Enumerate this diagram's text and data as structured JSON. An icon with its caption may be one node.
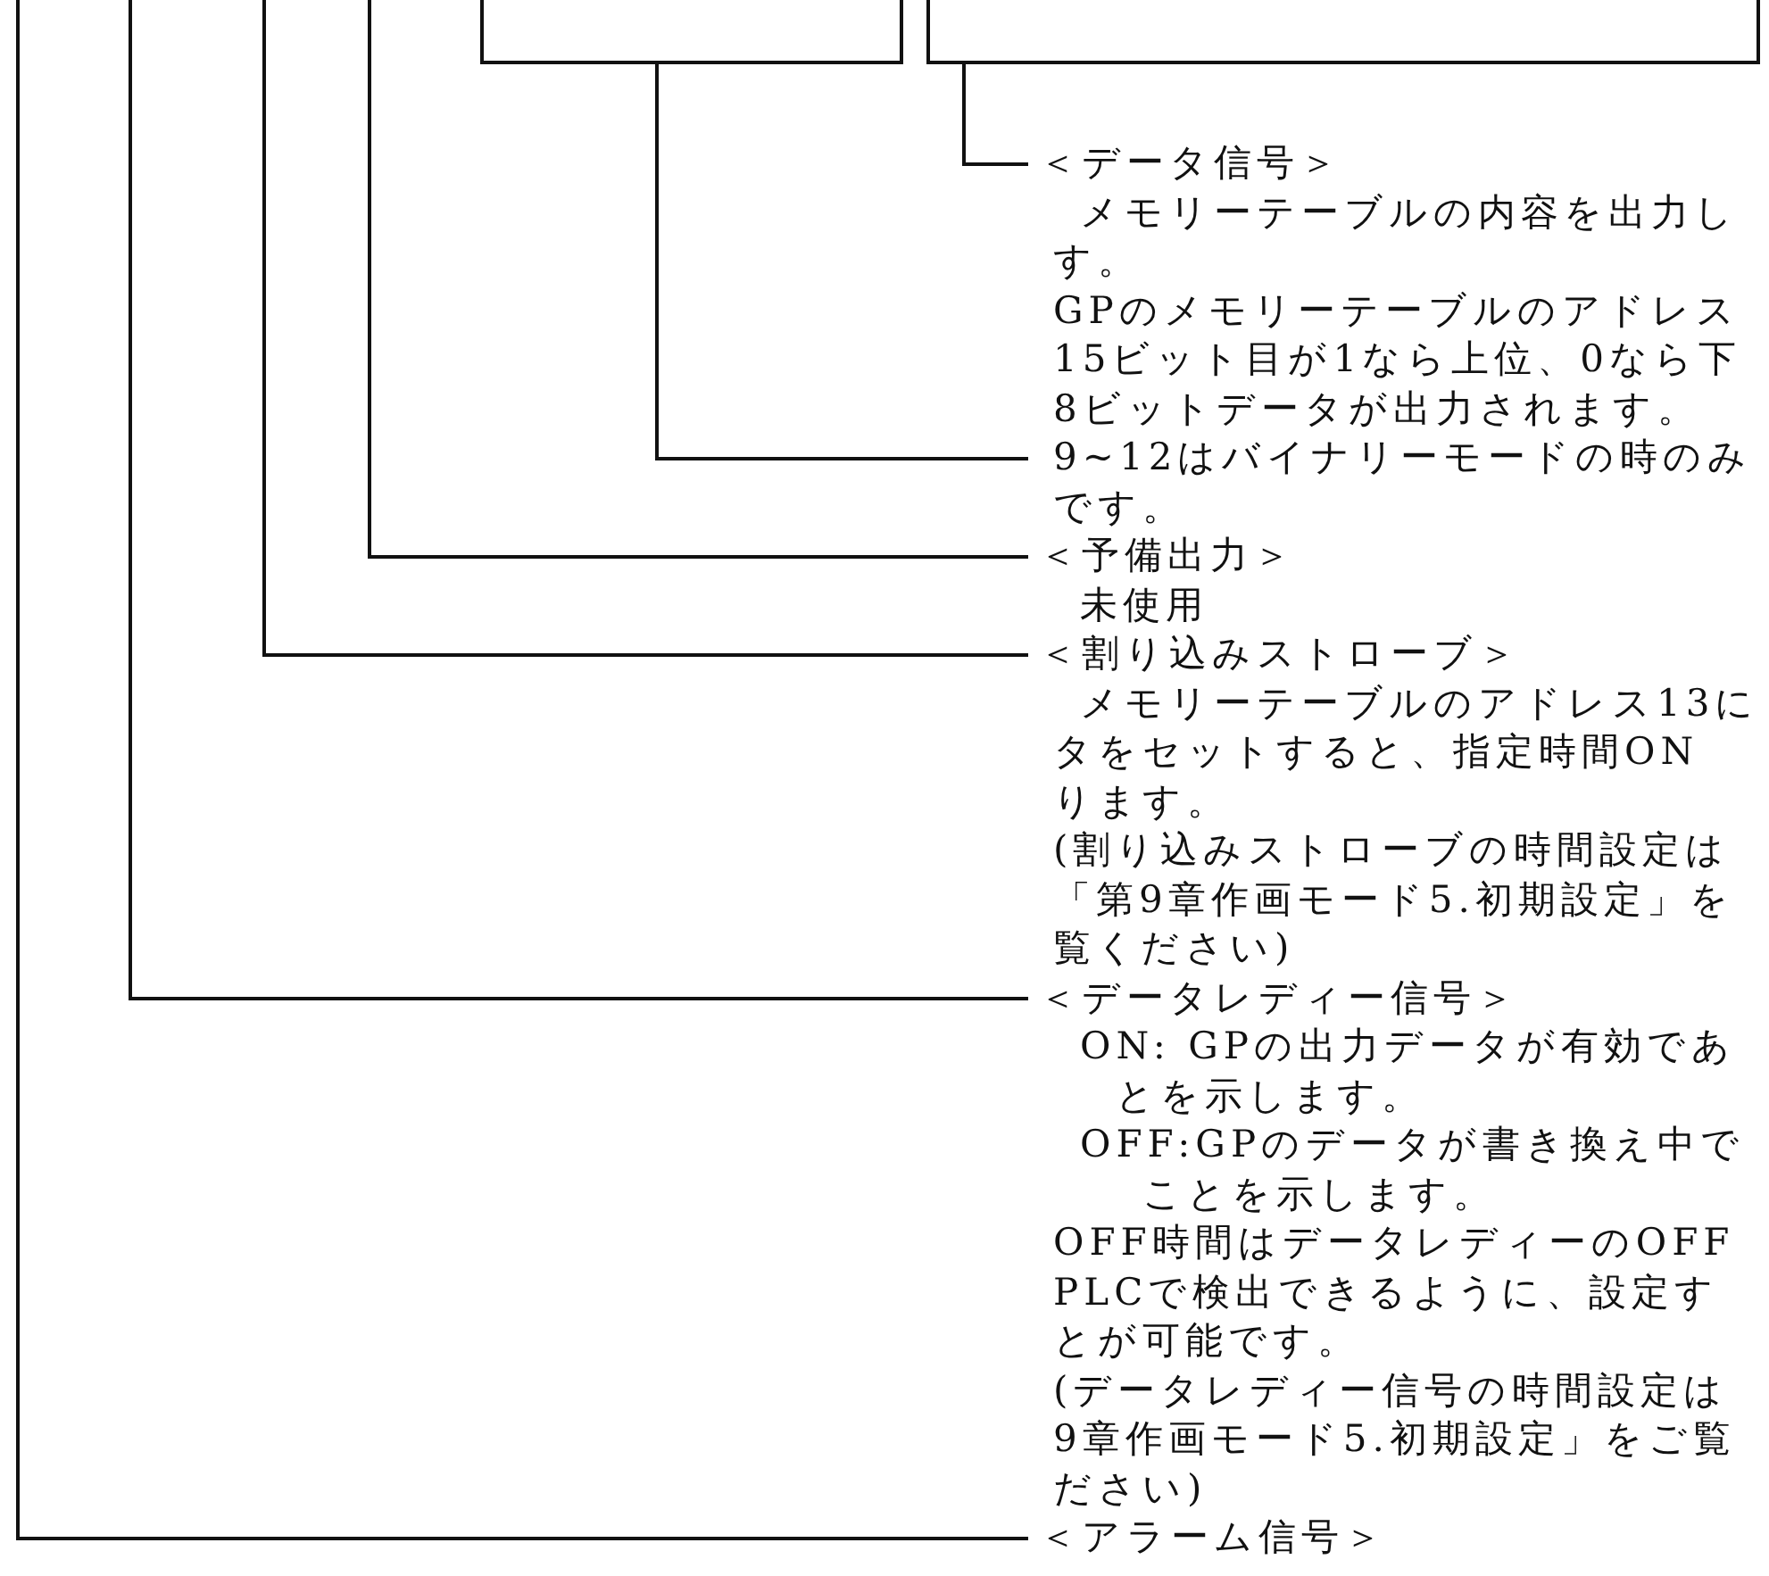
{
  "diagram": {
    "nodes": [
      {
        "text": [],
        "shape": "bracket"
      },
      {
        "text": [],
        "shape": "bracket"
      },
      {
        "text": [
          "＜データ信号＞",
          "メモリーテーブルの内容を出力し",
          "す。",
          "GPのメモリーテーブルのアドレス",
          "15ビット目が1なら上位、0なら下",
          "8ビットデータが出力されます。"
        ]
      },
      {
        "text": [
          "9~12はバイナリーモードの時のみ",
          "です。"
        ]
      },
      {
        "text": [
          "＜予備出力＞",
          "未使用"
        ]
      },
      {
        "text": [
          "＜割り込みストローブ＞",
          "メモリーテーブルのアドレス13に",
          "タをセットすると、指定時間ON",
          "ります。",
          "(割り込みストローブの時間設定は",
          "「第9章作画モード5.初期設定」を",
          "覧ください)"
        ]
      },
      {
        "text": [
          "＜データレディー信号＞",
          "ON: GPの出力データが有効であ",
          "とを示します。",
          "OFF:GPのデータが書き換え中で",
          "ことを示します。",
          "OFF時間はデータレディーのOFF",
          "PLCで検出できるように、設定す",
          "とが可能です。",
          "(データレディー信号の時間設定は",
          "9章作画モード5.初期設定」をご覧",
          "ださい)"
        ]
      },
      {
        "text": [
          "＜アラーム信号＞"
        ]
      }
    ],
    "edges": [
      {
        "from": 1,
        "to": 2,
        "arrow": "none"
      },
      {
        "from": 0,
        "to": 3,
        "arrow": "none"
      },
      {
        "from": null,
        "to": 4,
        "arrow": "none"
      },
      {
        "from": null,
        "to": 5,
        "arrow": "none"
      },
      {
        "from": null,
        "to": 6,
        "arrow": "none"
      },
      {
        "from": null,
        "to": 7,
        "arrow": "none"
      }
    ]
  }
}
